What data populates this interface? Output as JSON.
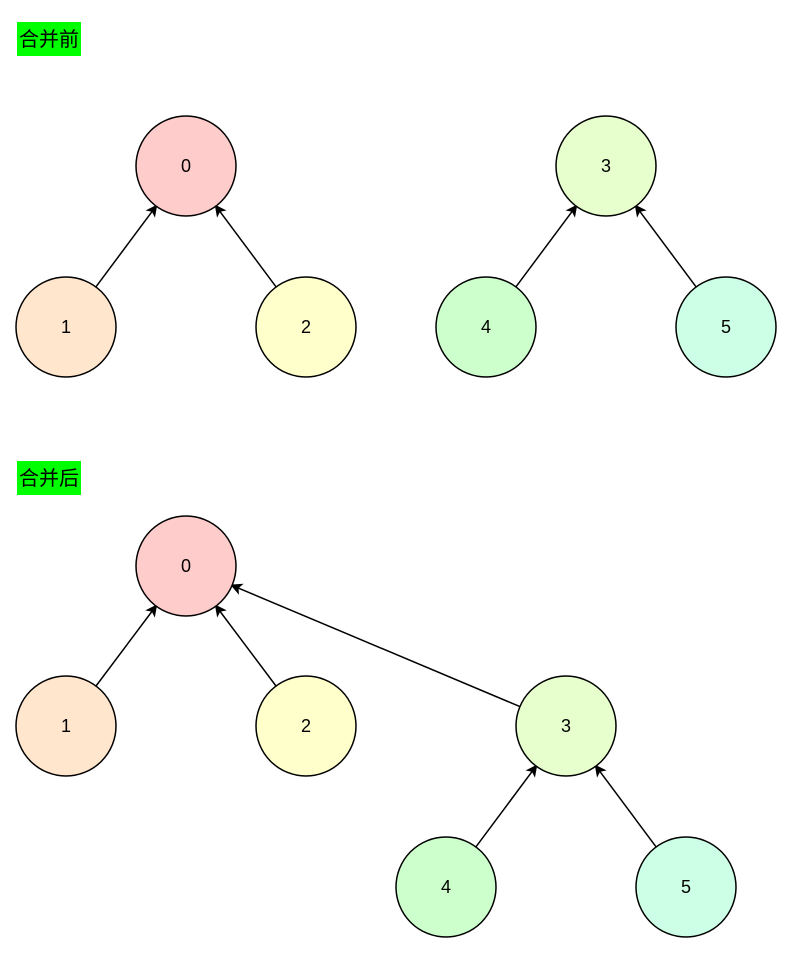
{
  "labels": {
    "before": "合并前",
    "after": "合并后"
  },
  "before": {
    "nodes": [
      {
        "id": "0",
        "fill": "#ffcccc"
      },
      {
        "id": "1",
        "fill": "#ffe6cc"
      },
      {
        "id": "2",
        "fill": "#ffffcc"
      },
      {
        "id": "3",
        "fill": "#e6ffcc"
      },
      {
        "id": "4",
        "fill": "#ccffcc"
      },
      {
        "id": "5",
        "fill": "#ccffe6"
      }
    ],
    "edges": [
      [
        "1",
        "0"
      ],
      [
        "2",
        "0"
      ],
      [
        "4",
        "3"
      ],
      [
        "5",
        "3"
      ]
    ]
  },
  "after": {
    "nodes": [
      {
        "id": "0",
        "fill": "#ffcccc"
      },
      {
        "id": "1",
        "fill": "#ffe6cc"
      },
      {
        "id": "2",
        "fill": "#ffffcc"
      },
      {
        "id": "3",
        "fill": "#e6ffcc"
      },
      {
        "id": "4",
        "fill": "#ccffcc"
      },
      {
        "id": "5",
        "fill": "#ccffe6"
      }
    ],
    "edges": [
      [
        "1",
        "0"
      ],
      [
        "2",
        "0"
      ],
      [
        "3",
        "0"
      ],
      [
        "4",
        "3"
      ],
      [
        "5",
        "3"
      ]
    ]
  }
}
